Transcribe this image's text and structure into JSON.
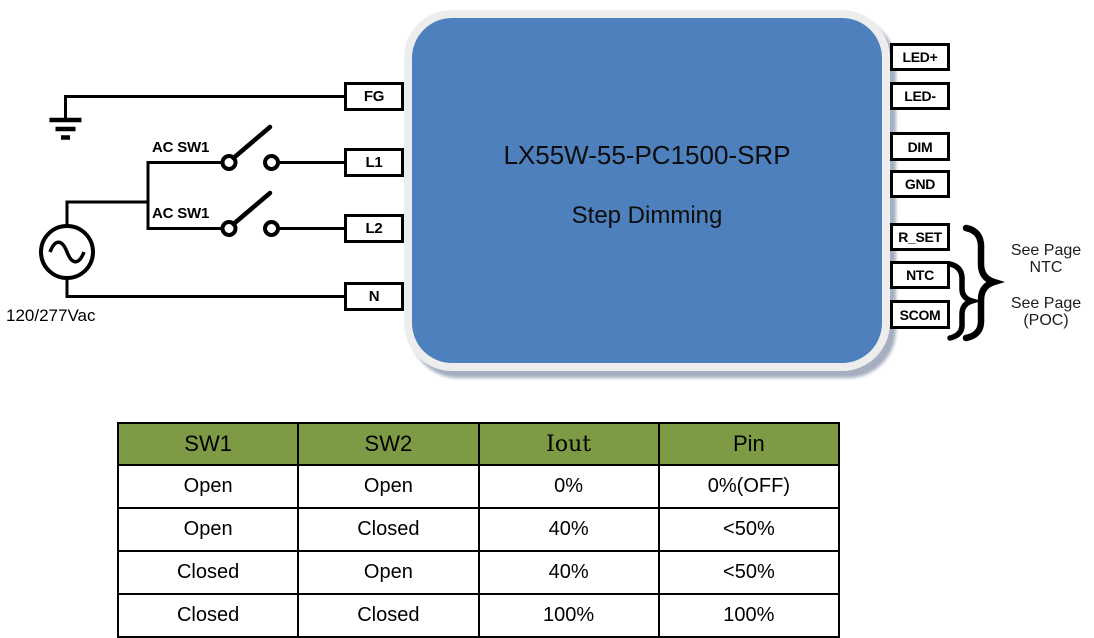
{
  "diagram": {
    "source_label": "120/277Vac",
    "switch_labels": [
      "AC SW1",
      "AC SW1"
    ],
    "driver": {
      "model": "LX55W-55-PC1500-SRP",
      "mode": "Step Dimming",
      "fill_color": "#4d80bd"
    },
    "input_terminals": [
      "FG",
      "L1",
      "L2",
      "N"
    ],
    "output_terminals": [
      "LED+",
      "LED-",
      "DIM",
      "GND",
      "R_SET",
      "NTC",
      "SCOM"
    ],
    "annotations": [
      {
        "line1": "See Page",
        "line2": "NTC"
      },
      {
        "line1": "See Page",
        "line2": "(POC)"
      }
    ]
  },
  "table": {
    "header_bg": "#7d9a44",
    "columns": [
      "SW1",
      "SW2",
      "Iout",
      "Pin"
    ],
    "rows": [
      [
        "Open",
        "Open",
        "0%",
        "0%(OFF)"
      ],
      [
        "Open",
        "Closed",
        "40%",
        "<50%"
      ],
      [
        "Closed",
        "Open",
        "40%",
        "<50%"
      ],
      [
        "Closed",
        "Closed",
        "100%",
        "100%"
      ]
    ]
  }
}
